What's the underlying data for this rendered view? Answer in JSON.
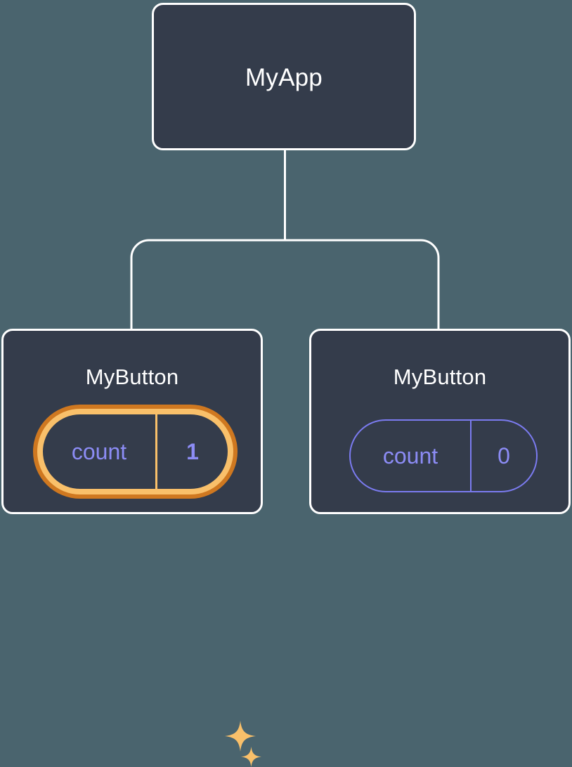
{
  "diagram": {
    "type": "component-tree",
    "background_color": "#4a646e",
    "node_fill_color": "#343c4b",
    "node_border_color": "#ffffff",
    "connector_color": "#ffffff",
    "state_text_color": "#8c8cf5",
    "state_border_color": "#7b7bf0",
    "highlight_outer_color": "#cf7820",
    "highlight_inner_color": "#f9c06a",
    "root": {
      "title": "MyApp"
    },
    "children": [
      {
        "title": "MyButton",
        "state": {
          "key": "count",
          "value": "1"
        },
        "highlighted": true,
        "sparkles": [
          {
            "name": "sparkle-large"
          },
          {
            "name": "sparkle-small"
          }
        ]
      },
      {
        "title": "MyButton",
        "state": {
          "key": "count",
          "value": "0"
        },
        "highlighted": false
      }
    ]
  }
}
